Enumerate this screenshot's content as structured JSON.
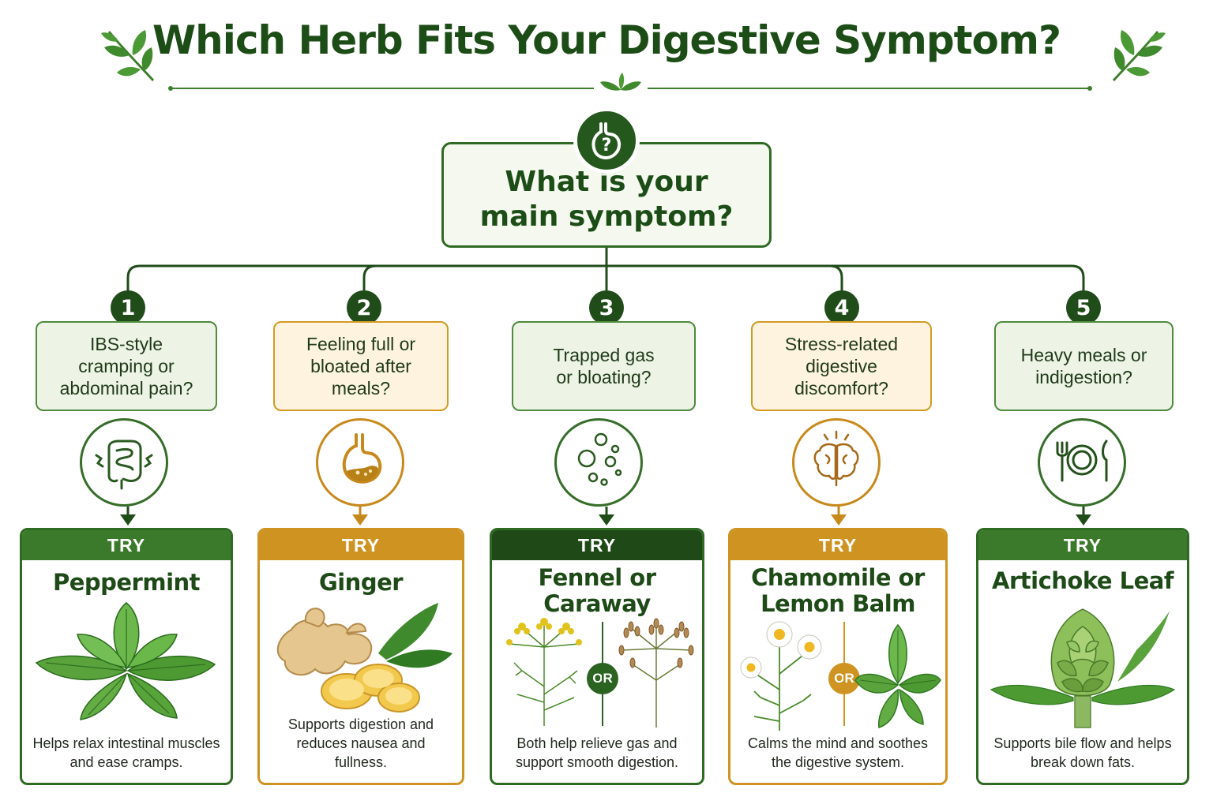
{
  "title": "Which Herb Fits Your Digestive Symptom?",
  "root": {
    "question": "What is your main symptom?",
    "icon": "stomach-question-icon"
  },
  "colors": {
    "green": "#2f6a23",
    "dark_green": "#1f4a18",
    "gold": "#cf9322",
    "light_green": "#edf4e6",
    "light_gold": "#fdf3df"
  },
  "branches": [
    {
      "number": "1",
      "symptom": "IBS-style cramping or abdominal pain?",
      "icon": "intestine-icon",
      "header": "TRY",
      "herb": "Peppermint",
      "description": "Helps relax intestinal muscles and ease cramps.",
      "theme": "green"
    },
    {
      "number": "2",
      "symptom": "Feeling full or bloated after meals?",
      "icon": "stomach-icon",
      "header": "TRY",
      "herb": "Ginger",
      "description": "Supports digestion and reduces nausea and fullness.",
      "theme": "gold"
    },
    {
      "number": "3",
      "symptom": "Trapped gas or bloating?",
      "icon": "gas-bubbles-icon",
      "header": "TRY",
      "herb": "Fennel or Caraway",
      "or_label": "OR",
      "description": "Both help relieve gas and support smooth digestion.",
      "theme": "green"
    },
    {
      "number": "4",
      "symptom": "Stress-related digestive discomfort?",
      "icon": "brain-icon",
      "header": "TRY",
      "herb": "Chamomile or Lemon Balm",
      "or_label": "OR",
      "description": "Calms the mind and soothes the digestive system.",
      "theme": "gold"
    },
    {
      "number": "5",
      "symptom": "Heavy meals or indigestion?",
      "icon": "plate-cutlery-icon",
      "header": "TRY",
      "herb": "Artichoke Leaf",
      "description": "Supports bile flow and helps break down fats.",
      "theme": "green"
    }
  ]
}
